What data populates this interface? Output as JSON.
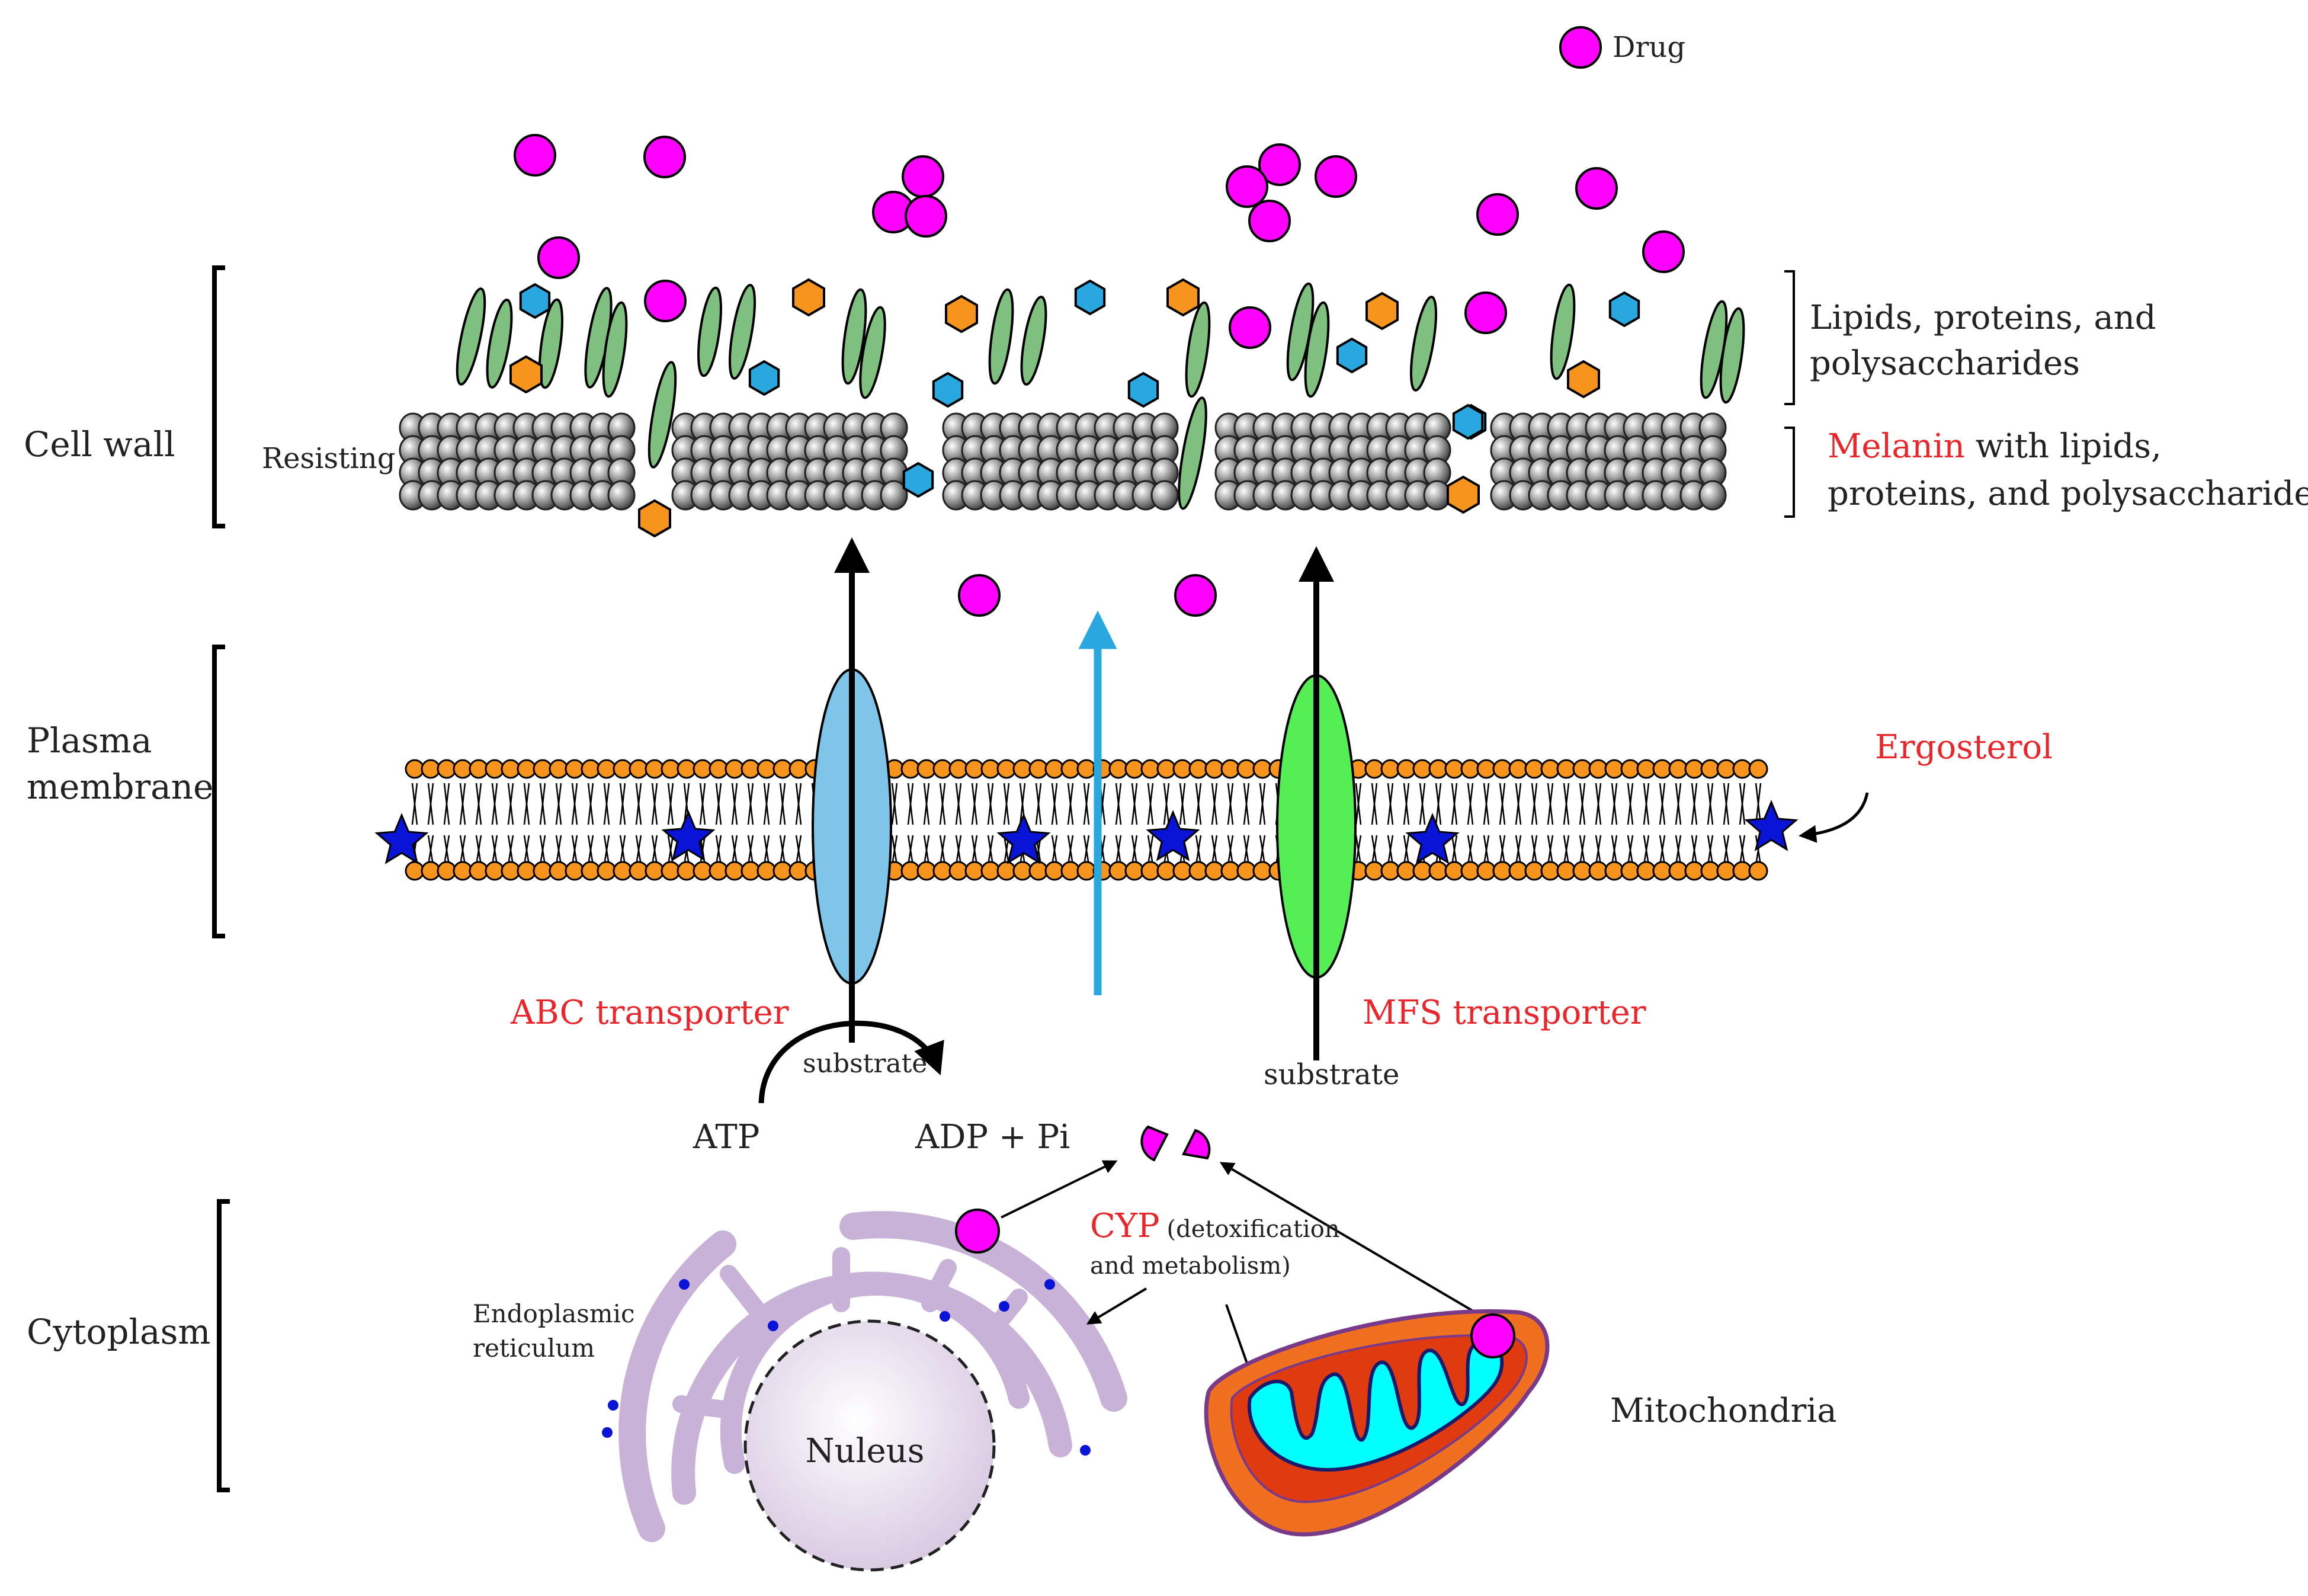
{
  "legend": {
    "drug_label": "Drug"
  },
  "sections": {
    "cell_wall": "Cell wall",
    "plasma_membrane_line1": "Plasma",
    "plasma_membrane_line2": "membrane",
    "cytoplasm": "Cytoplasm"
  },
  "cell_wall": {
    "resisting_label": "Resisting",
    "outer_layer_line1": "Lipids, proteins, and",
    "outer_layer_line2": "polysaccharides",
    "melanin_word": "Melanin",
    "melanin_rest": " with lipids,",
    "melanin_line2": "proteins, and polysaccharides"
  },
  "membrane": {
    "ergosterol_label": "Ergosterol",
    "abc_label": "ABC transporter",
    "mfs_label": "MFS transporter",
    "substrate_abc": "substrate",
    "substrate_mfs": "substrate",
    "atp_label": "ATP",
    "adp_label": "ADP + Pi"
  },
  "cytoplasm": {
    "cyp_label": "CYP",
    "cyp_note_line1": "(detoxification",
    "cyp_note_line2": "and metabolism)",
    "er_line1": "Endoplasmic",
    "er_line2": "reticulum",
    "nucleus_label": "Nuleus",
    "mito_label": "Mitochondria"
  },
  "colors": {
    "drug": "#ff00ff",
    "fibril": "#7fbf7f",
    "protein_blue": "#29a8e0",
    "protein_orange": "#f7941d",
    "melanin_gray": "#8c8c8c",
    "lipid_head": "#f7941d",
    "ergosterol": "#0a14d6",
    "abc_transporter": "#7fc5ea",
    "mfs_transporter": "#55ee55",
    "diffusion_arrow": "#29a8e0",
    "highlight_text": "#e8262b",
    "er": "#c8b2d8",
    "mito_outer": "#f07020",
    "mito_inner": "#00ffff"
  }
}
